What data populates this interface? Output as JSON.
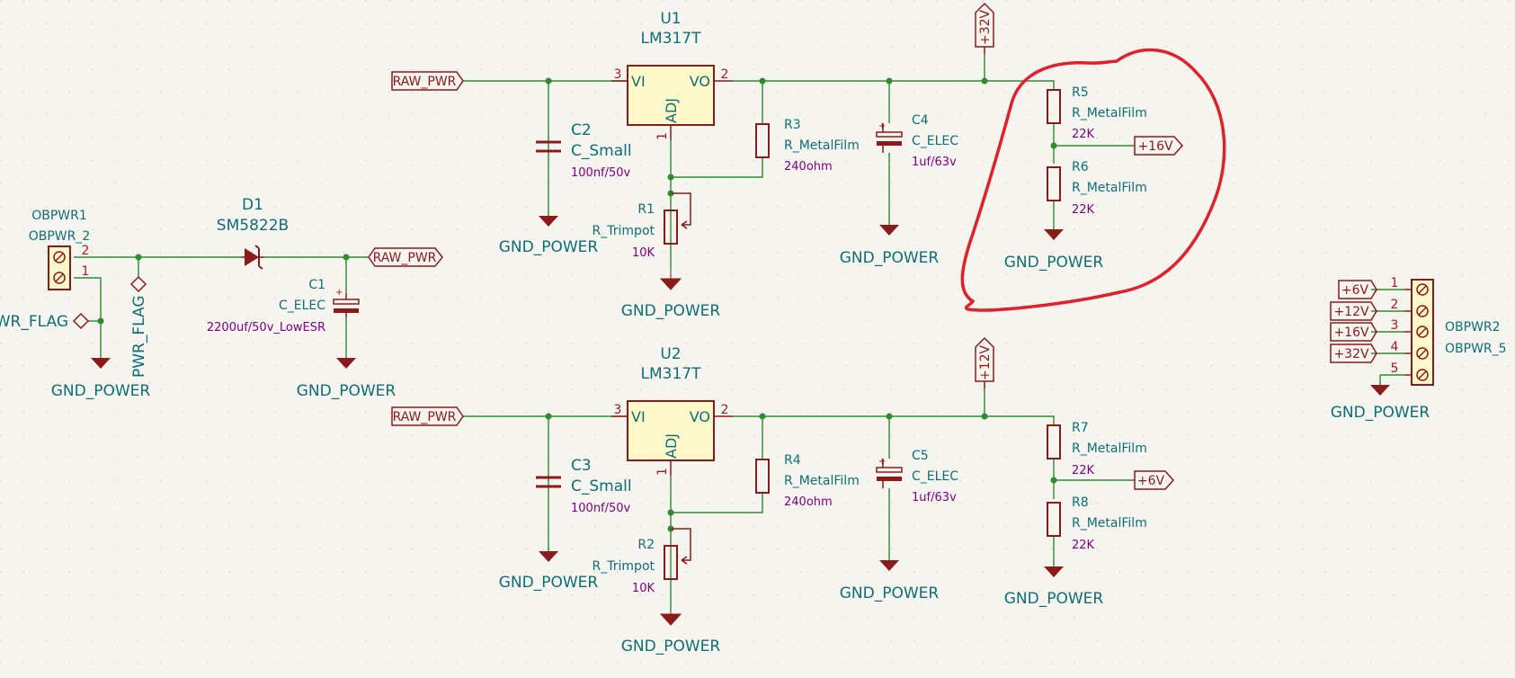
{
  "title": "",
  "colors": {
    "background": "#f5f4ef",
    "wire": "#2e8b2e",
    "symbol": "#8b1a1a",
    "ic_fill": "#fff8c8",
    "text": "#0f6e75",
    "value_text": "#800080",
    "annotation": "#e0202a"
  },
  "components": {
    "U1": {
      "ref": "U1",
      "value": "LM317T",
      "pin_vi": "VI",
      "pin_vo": "VO",
      "pin_adj": "ADJ",
      "pin1": "1",
      "pin2": "2",
      "pin3": "3"
    },
    "U2": {
      "ref": "U2",
      "value": "LM317T",
      "pin_vi": "VI",
      "pin_vo": "VO",
      "pin_adj": "ADJ",
      "pin1": "1",
      "pin2": "2",
      "pin3": "3"
    },
    "C1": {
      "ref": "C1",
      "value": "C_ELEC",
      "spec": "2200uf/50v_LowESR"
    },
    "C2": {
      "ref": "C2",
      "value": "C_Small",
      "spec": "100nf/50v"
    },
    "C3": {
      "ref": "C3",
      "value": "C_Small",
      "spec": "100nf/50v"
    },
    "C4": {
      "ref": "C4",
      "value": "C_ELEC",
      "spec": "1uf/63v"
    },
    "C5": {
      "ref": "C5",
      "value": "C_ELEC",
      "spec": "1uf/63v"
    },
    "R1": {
      "ref": "R1",
      "value": "R_Trimpot",
      "spec": "10K"
    },
    "R2": {
      "ref": "R2",
      "value": "R_Trimpot",
      "spec": "10K"
    },
    "R3": {
      "ref": "R3",
      "value": "R_MetalFilm",
      "spec": "240ohm"
    },
    "R4": {
      "ref": "R4",
      "value": "R_MetalFilm",
      "spec": "240ohm"
    },
    "R5": {
      "ref": "R5",
      "value": "R_MetalFilm",
      "spec": "22K"
    },
    "R6": {
      "ref": "R6",
      "value": "R_MetalFilm",
      "spec": "22K"
    },
    "R7": {
      "ref": "R7",
      "value": "R_MetalFilm",
      "spec": "22K"
    },
    "R8": {
      "ref": "R8",
      "value": "R_MetalFilm",
      "spec": "22K"
    },
    "D1": {
      "ref": "D1",
      "value": "SM5822B"
    },
    "OBPWR1": {
      "ref": "OBPWR1",
      "value": "OBPWR_2",
      "pin1": "1",
      "pin2": "2"
    },
    "OBPWR2": {
      "ref": "OBPWR2",
      "value": "OBPWR_5",
      "pins": [
        "1",
        "2",
        "3",
        "4",
        "5"
      ]
    }
  },
  "labels": {
    "raw_pwr": "RAW_PWR",
    "gnd_power": "GND_POWER",
    "pwr_flag": "PWR_FLAG",
    "pwr_flag_clipped": "WR_FLAG",
    "v32": "+32V",
    "v16": "+16V",
    "v12": "+12V",
    "v6": "+6V"
  },
  "connector_labels": [
    "+6V",
    "+12V",
    "+16V",
    "+32V"
  ]
}
